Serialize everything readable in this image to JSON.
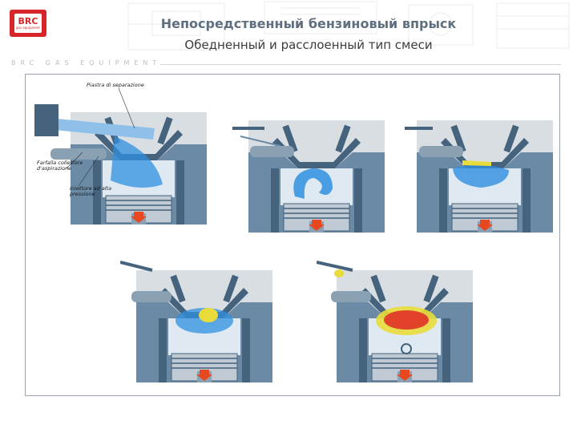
{
  "header": {
    "title": "Непосредственный бензиновый впрыск",
    "subtitle": "Обедненный и расслоенный тип смеси",
    "brand": "BRC GAS EQUIPMENT"
  },
  "logo": {
    "mark": "BRC",
    "sub": "gas equipment"
  },
  "diagram": {
    "labels": {
      "separation_plate": "Piastra di separazione",
      "intake_throttle": "Farfalla collettore d'aspirazione",
      "injector": "Iniettore ad alta pressione"
    }
  },
  "colors": {
    "metal": "#6a8aa6",
    "metal_dark": "#45637d",
    "casting": "#d9dee3",
    "airflow": "#2f8fe0",
    "fuel_spray": "#e9dc3a",
    "combustion": "#e2422a",
    "arrow": "#e8481f"
  }
}
